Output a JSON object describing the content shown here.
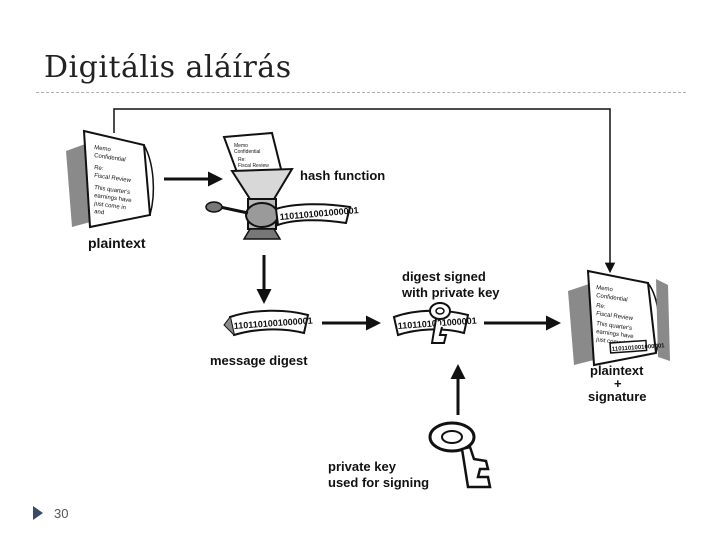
{
  "slide": {
    "title": "Digitális aláírás",
    "page_number": "30"
  },
  "diagram": {
    "labels": {
      "plaintext": "plaintext",
      "hash_function": "hash function",
      "message_digest": "message digest",
      "digest_signed_line1": "digest signed",
      "digest_signed_line2": "with private key",
      "private_key_line1": "private key",
      "private_key_line2": "used for signing",
      "result_line1": "plaintext",
      "result_plus": "+",
      "result_line2": "signature"
    },
    "document_text": {
      "line1": "Memo",
      "line2": "Confidential",
      "line3": "Re:",
      "line4": "Fiscal Review",
      "line5": "This quarter's",
      "line6": "earnings have",
      "line7": "just come in",
      "line8": "and"
    },
    "digest_bits": "1101101001000001",
    "colors": {
      "ink": "#111111",
      "shadow": "#8a8a8a",
      "paper": "#ffffff"
    }
  }
}
